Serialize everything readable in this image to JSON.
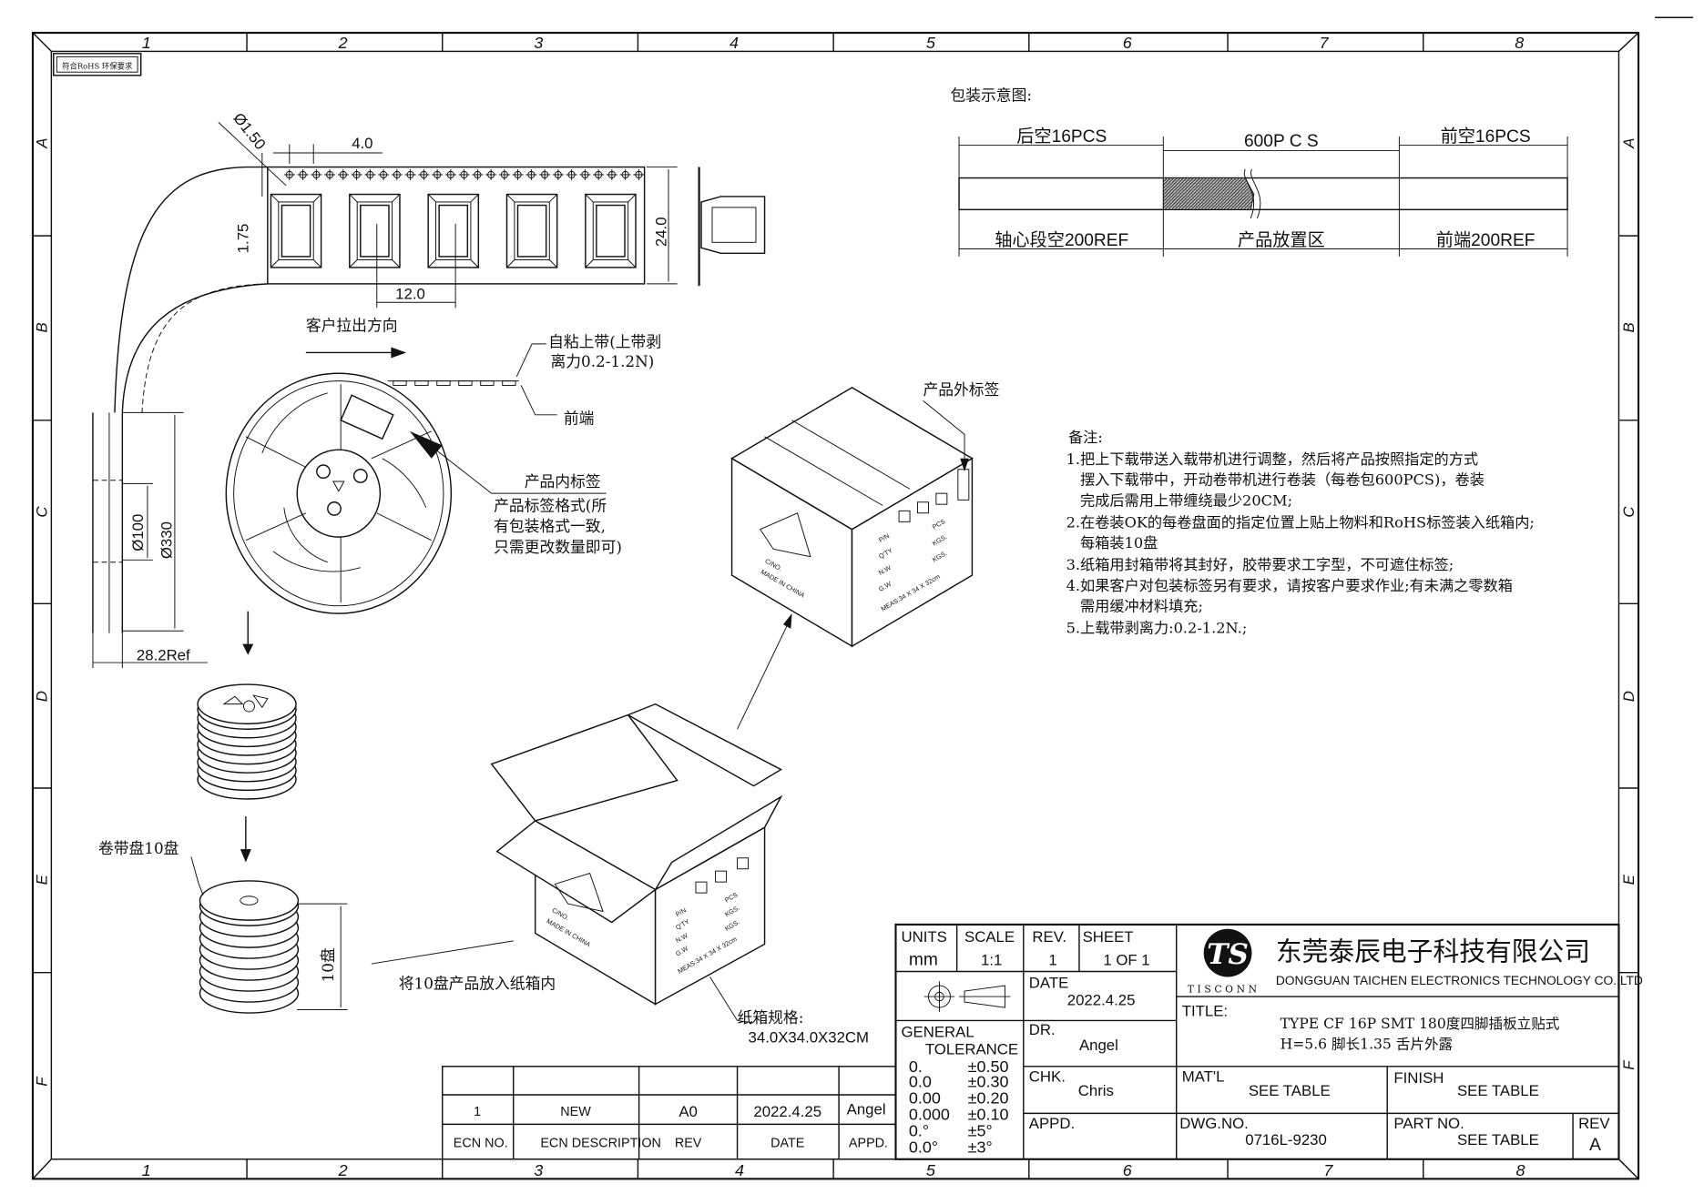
{
  "frame": {
    "columns": [
      "1",
      "2",
      "3",
      "4",
      "5",
      "6",
      "7",
      "8"
    ],
    "rows": [
      "A",
      "B",
      "C",
      "D",
      "E",
      "F"
    ],
    "rohs_stamp": "符合RoHS 环保要求"
  },
  "tape": {
    "hole_dia": "Ø1.50",
    "pitch_holes": "4.0",
    "edge_offset": "1.75",
    "width": "24.0",
    "pitch_pockets": "12.0",
    "pull_direction": "客户拉出方向"
  },
  "reel": {
    "cover_tape_note_1": "自粘上带(上带剥",
    "cover_tape_note_2": "离力0.2-1.2N)",
    "front_end": "前端",
    "inner_label": "产品内标签",
    "label_note_1": "产品标签格式(所",
    "label_note_2": "有包装格式一致,",
    "label_note_3": "只需更改数量即可)",
    "hub_dia": "Ø100",
    "reel_dia": "Ø330",
    "reel_width": "28.2Ref"
  },
  "stack": {
    "reels_label": "卷带盘10盘",
    "height_label": "10盘",
    "into_box": "将10盘产品放入纸箱内"
  },
  "carton": {
    "outer_label": "产品外标签",
    "spec_label": "纸箱规格:",
    "spec_value": "34.0X34.0X32CM",
    "c_no": "C/NO.",
    "made_in": "MADE IN CHINA",
    "fields": [
      "P/N",
      "Q'TY",
      "N.W",
      "G.W",
      "MEAS:34 X 34 X 32cm"
    ],
    "units": [
      "PCS",
      "KGS.",
      "KGS."
    ]
  },
  "packing_diagram": {
    "title": "包装示意图:",
    "top": [
      "后空16PCS",
      "600P C S",
      "前空16PCS"
    ],
    "bottom": [
      "轴心段空200REF",
      "产品放置区",
      "前端200REF"
    ]
  },
  "notes": {
    "heading": "备注:",
    "lines": [
      "1.把上下载带送入载带机进行调整，然后将产品按照指定的方式",
      "   摆入下载带中，开动卷带机进行卷装（每卷包600PCS)，卷装",
      "   完成后需用上带缠绕最少20CM;",
      "2.在卷装OK的每卷盘面的指定位置上贴上物料和RoHS标签装入纸箱内;",
      "   每箱装10盘",
      "3.纸箱用封箱带将其封好，胶带要求工字型，不可遮住标签;",
      "4.如果客户对包装标签另有要求，请按客户要求作业;有未满之零数箱",
      "   需用缓冲材料填充;",
      "5.上载带剥离力:0.2-1.2N.;"
    ]
  },
  "title_block": {
    "units_label": "UNITS",
    "units": "mm",
    "scale_label": "SCALE",
    "scale": "1:1",
    "rev_label": "REV.",
    "rev": "1",
    "sheet_label": "SHEET",
    "sheet": "1 OF 1",
    "date_label": "DATE",
    "date": "2022.4.25",
    "general_label": "GENERAL",
    "tolerance_label": "TOLERANCE",
    "tolerances": [
      [
        "0.",
        "±0.50"
      ],
      [
        "0.0",
        "±0.30"
      ],
      [
        "0.00",
        "±0.20"
      ],
      [
        "0.000",
        "±0.10"
      ],
      [
        "0.°",
        "±5°"
      ],
      [
        "0.0°",
        "±3°"
      ]
    ],
    "dr_label": "DR.",
    "dr": "Angel",
    "chk_label": "CHK.",
    "chk": "Chris",
    "appd_label": "APPD.",
    "logo_text": "TISCONN",
    "company_cn": "东莞泰辰电子科技有限公司",
    "company_en": "DONGGUAN TAICHEN ELECTRONICS TECHNOLOGY CO.,LTD",
    "title_label": "TITLE:",
    "title_line1": "TYPE CF 16P SMT 180度四脚插板立贴式",
    "title_line2": "H=5.6 脚长1.35 舌片外露",
    "matl_label": "MAT'L",
    "matl": "SEE TABLE",
    "finish_label": "FINISH",
    "finish": "SEE TABLE",
    "dwg_label": "DWG.NO.",
    "dwg": "0716L-9230",
    "part_label": "PART NO.",
    "part": "SEE TABLE",
    "rev2_label": "REV",
    "rev2": "A"
  },
  "revision_table": {
    "headers": [
      "ECN NO.",
      "ECN DESCRIPTION",
      "REV",
      "DATE",
      "APPD."
    ],
    "rows": [
      [
        "1",
        "NEW",
        "A0",
        "2022.4.25",
        "Angel"
      ]
    ]
  }
}
